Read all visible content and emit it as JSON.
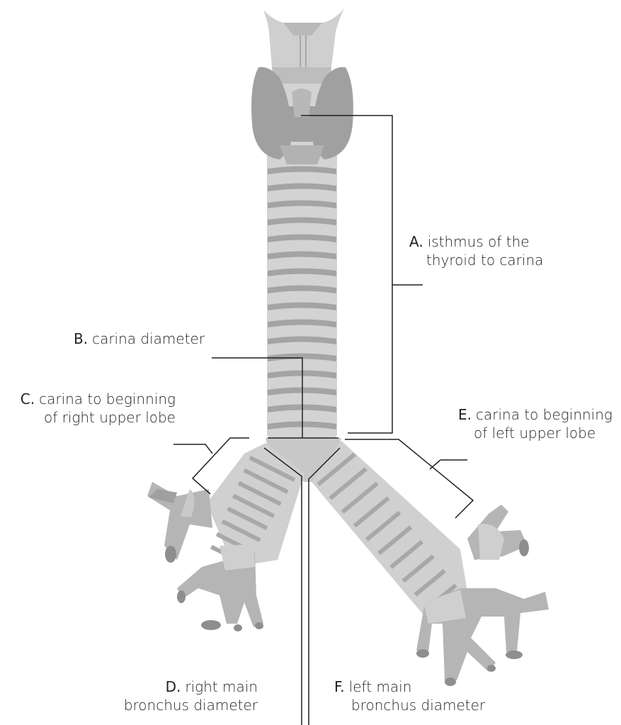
{
  "labels": {
    "a": {
      "letter": "A.",
      "line1": "isthmus of the",
      "line2": "thyroid to carina"
    },
    "b": {
      "letter": "B.",
      "line1": "carina diameter"
    },
    "c": {
      "letter": "C.",
      "line1": "carina to beginning",
      "line2": "of right upper lobe"
    },
    "d": {
      "letter": "D.",
      "line1": "right main",
      "line2": "bronchus diameter"
    },
    "e": {
      "letter": "E.",
      "line1": "carina to beginning",
      "line2": "of left upper lobe"
    },
    "f": {
      "letter": "F.",
      "line1": "left main",
      "line2": "bronchus diameter"
    }
  },
  "colors": {
    "ring_light": "#d3d3d3",
    "ring_dark": "#a4a4a4",
    "thyroid": "#a0a0a0",
    "larynx": "#cfcfcf",
    "leader_line": "#231f20"
  }
}
